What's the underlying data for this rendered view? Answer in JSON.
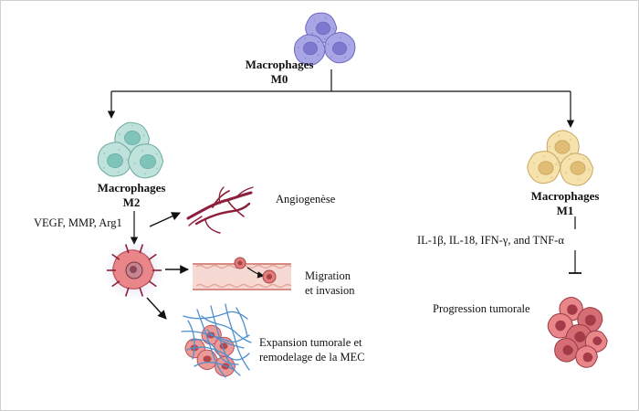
{
  "macrophages": {
    "m0": {
      "line1": "Macrophages",
      "line2": "M0",
      "color": "#a9a6e6",
      "nucleus": "#7e78cf"
    },
    "m2": {
      "line1": "Macrophages",
      "line2": "M2",
      "color": "#bfe3dc",
      "nucleus": "#7fc4b8"
    },
    "m1": {
      "line1": "Macrophages",
      "line2": "M1",
      "color": "#f5e2ad",
      "nucleus": "#e0bd75"
    }
  },
  "m2_branch": {
    "factors": "VEGF, MMP, Arg1",
    "outcomes": {
      "angiogenesis": "Angiogenèse",
      "migration_line1": "Migration",
      "migration_line2": "et invasion",
      "expansion_line1": "Expansion tumorale et",
      "expansion_line2": "remodelage de la MEC"
    }
  },
  "m1_branch": {
    "factors": "IL-1β, IL-18, IFN-γ, and TNF-α",
    "outcome": "Progression tumorale",
    "relation": "inhibition"
  },
  "icons": [
    "m0-macrophage-icon",
    "m2-macrophage-icon",
    "m1-macrophage-icon",
    "tumor-cell-icon",
    "blood-vessels-icon",
    "vessel-migration-icon",
    "ecm-fibers-icon",
    "tumor-mass-icon"
  ],
  "colors": {
    "vessel": "#8c1f3a",
    "tumor": "#e8868a",
    "tumor_dark": "#b9505a",
    "ecm": "#4f8fcf",
    "arrow": "#111111"
  }
}
